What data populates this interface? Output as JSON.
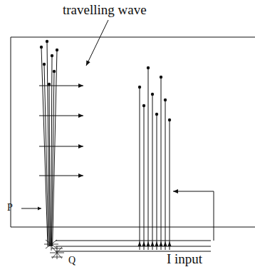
{
  "diagram": {
    "labels": [
      "travelling wave",
      "P",
      "Q",
      "I input"
    ]
  }
}
